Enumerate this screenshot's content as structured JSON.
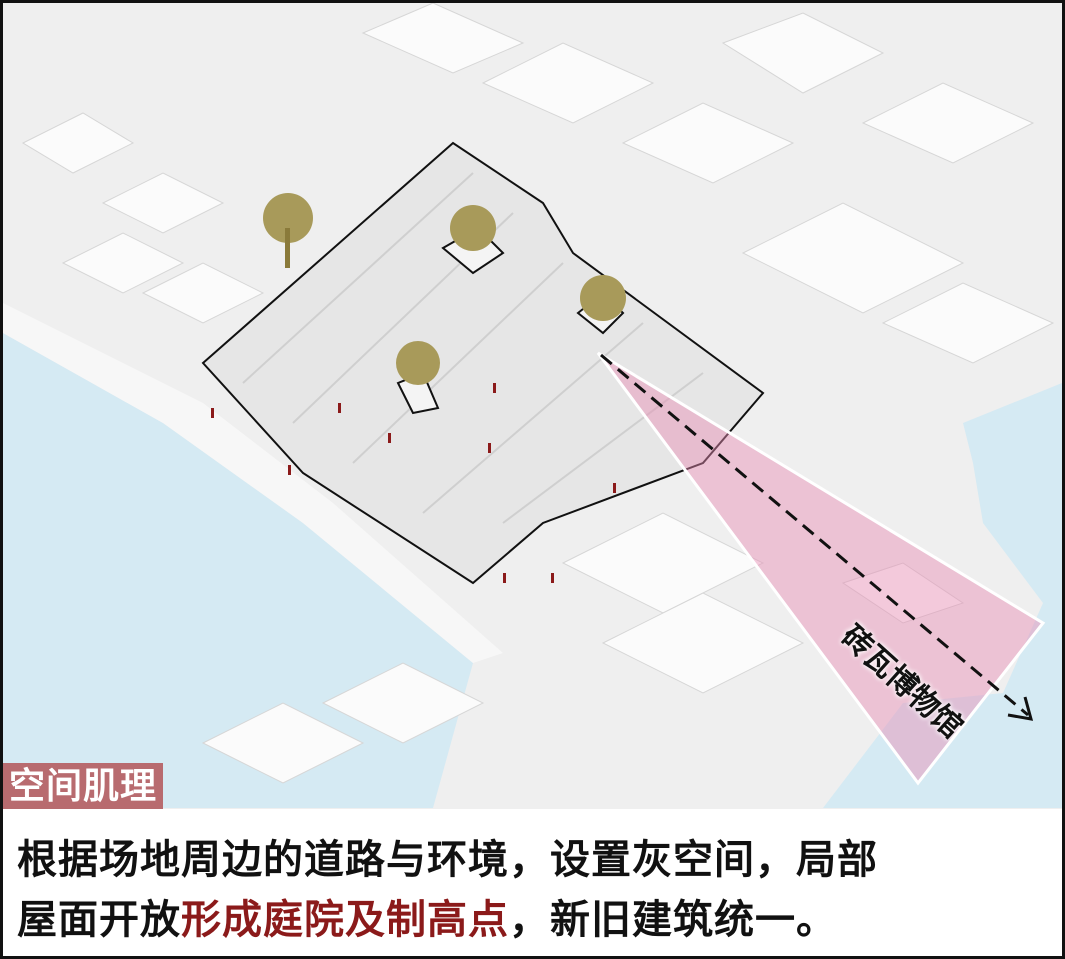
{
  "section_tag": "空间肌理",
  "map_label": "砖瓦博物馆",
  "caption": {
    "line1": "根据场地周边的道路与环境，设置灰空间，局部",
    "line2_prefix": "屋面开放",
    "line2_highlight": "形成庭院及制高点",
    "line2_suffix": "，新旧建筑统一。"
  },
  "colors": {
    "tag_bg": "#b86b6f",
    "highlight": "#8b1a1a",
    "water": "#d5eaf3",
    "view_cone": "#e98bb4",
    "tree": "#a89a5a"
  }
}
